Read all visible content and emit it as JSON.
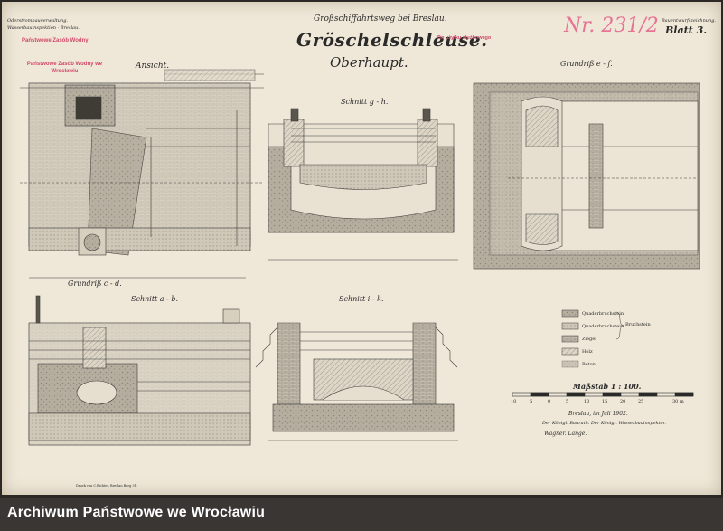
{
  "header": {
    "org_line1": "Oderstrombauverwaltung.",
    "org_line2": "Wasserbauinspektion - Breslau.",
    "project": "Großschiffahrtsweg bei Breslau.",
    "title": "Gröschelschleuse.",
    "subtitle": "Oberhaupt.",
    "drawing_type": "Bauentwurfszeichnung.",
    "sheet_label": "Blatt 3.",
    "handwritten_number": "Nr. 231/2"
  },
  "stamps": {
    "archive_stamp_1": "Państwowe Zasób Wodny",
    "archive_stamp_2": "Państwowe Zasób Wodny we Wrocławiu",
    "udostepniania_stamp": "Do użytku służbowego"
  },
  "views": {
    "ansicht": "Ansicht.",
    "schnitt_gh": "Schnitt g - h.",
    "grundriss_ef": "Grundriß e - f.",
    "grundriss_cd": "Grundriß c - d.",
    "schnitt_ab": "Schnitt a - b.",
    "schnitt_ik": "Schnitt i - k."
  },
  "legend": {
    "items": [
      {
        "label": "Quaderbruchstein",
        "color": "#b9b3a8"
      },
      {
        "label": "Quaderbruchstein",
        "color": "#cfc8bc"
      },
      {
        "label": "Ziegel",
        "color": "#a39d93"
      },
      {
        "label": "Holz",
        "color": "#d8d2c6"
      },
      {
        "label": "Beton",
        "color": "#bdb6aa"
      }
    ],
    "group_label": "Bruchstein"
  },
  "scale": {
    "label": "Maßstab 1 : 100.",
    "ticks": [
      "10",
      "5",
      "0",
      "5",
      "10",
      "15",
      "20",
      "25",
      "30 m"
    ]
  },
  "signature": {
    "place_date": "Breslau, im Juli 1902.",
    "line1": "Der Königl. Baurath.   Der Königl. Wasserbauinspektor.",
    "line2": "Wagner.                Lange."
  },
  "printer": "Druck von C.Richter, Breslau Berg 31.",
  "footer": {
    "archive_name": "Archiwum Państwowe we Wrocławiu"
  }
}
